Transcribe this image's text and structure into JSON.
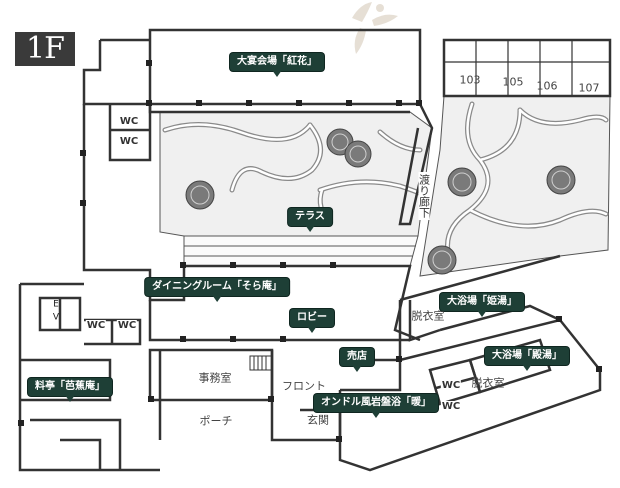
{
  "floor_label": "1F",
  "facilities": {
    "banquet": "大宴会場「紅花」",
    "terrace": "テラス",
    "dining": "ダイニングルーム「そら庵」",
    "lobby": "ロビー",
    "shop": "売店",
    "ryotei": "料亭「芭蕉庵」",
    "ganban": "オンドル風岩盤浴「暖」",
    "bath_hime": "大浴場「姫湯」",
    "bath_tono": "大浴場「殿湯」"
  },
  "rooms": {
    "r103": "103",
    "r105": "105",
    "r106": "106",
    "r107": "107",
    "office": "事務室",
    "front": "フロント",
    "porch": "ポーチ",
    "entrance": "玄関",
    "undress_1": "脱衣室",
    "undress_2": "脱衣室",
    "watari": "渡り廊下"
  },
  "restrooms": {
    "wc_1": "WC",
    "wc_2": "WC",
    "wc_3": "WC",
    "wc_4": "WC",
    "wc_5": "WC",
    "wc_6": "WC"
  },
  "elevator": {
    "e": "E",
    "v": "V"
  },
  "colors": {
    "tag_bg": "#1e3f36",
    "wall": "#333333",
    "garden_path": "#8a8a8a",
    "shrub": "#7a7a7a",
    "badge_bg": "#3a3a3a"
  }
}
